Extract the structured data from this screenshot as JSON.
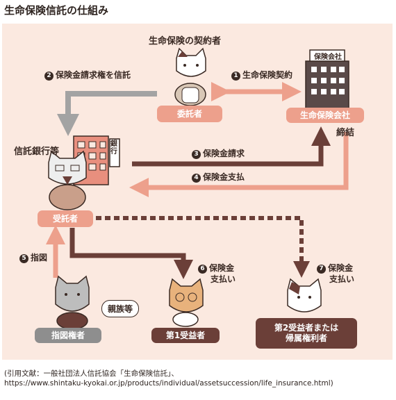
{
  "title": "生命保険信託の仕組み",
  "contractor_label": "生命保険の契約者",
  "trust_bank_label": "信託銀行等",
  "relatives_label": "親族等",
  "steps": {
    "s1": {
      "num": "1",
      "text": "生命保険契約"
    },
    "s2": {
      "num": "2",
      "text": "保険金請求権を信託"
    },
    "s3": {
      "num": "3",
      "text": "保険金請求"
    },
    "s4": {
      "num": "4",
      "text": "保険金支払"
    },
    "s5": {
      "num": "5",
      "text": "指図"
    },
    "s6": {
      "num": "6",
      "line1": "保険金",
      "line2": "支払い"
    },
    "s7": {
      "num": "7",
      "line1": "保険金",
      "line2": "支払い"
    }
  },
  "conclusion": "締結",
  "boxes": {
    "settlor": "委託者",
    "insurer": "生命保険会社",
    "trustee": "受託者",
    "director": "指図権者",
    "beneficiary1": "第1受益者",
    "beneficiary2_line1": "第2受益者または",
    "beneficiary2_line2": "帰属権利者"
  },
  "building_signs": {
    "insurer": "保険会社",
    "bank": "銀行"
  },
  "citation": {
    "line1": "(引用文献：一般社団法人信託協会「生命保険信託」、",
    "line2": "https://www.shintaku-kyokai.or.jp/products/individual/assetsuccession/life_insurance.html)"
  },
  "colors": {
    "panel": "#fbe9e0",
    "pink": "#eda08c",
    "brown": "#6b3f38",
    "grey": "#8e8e8e",
    "dark": "#3a2a24"
  }
}
